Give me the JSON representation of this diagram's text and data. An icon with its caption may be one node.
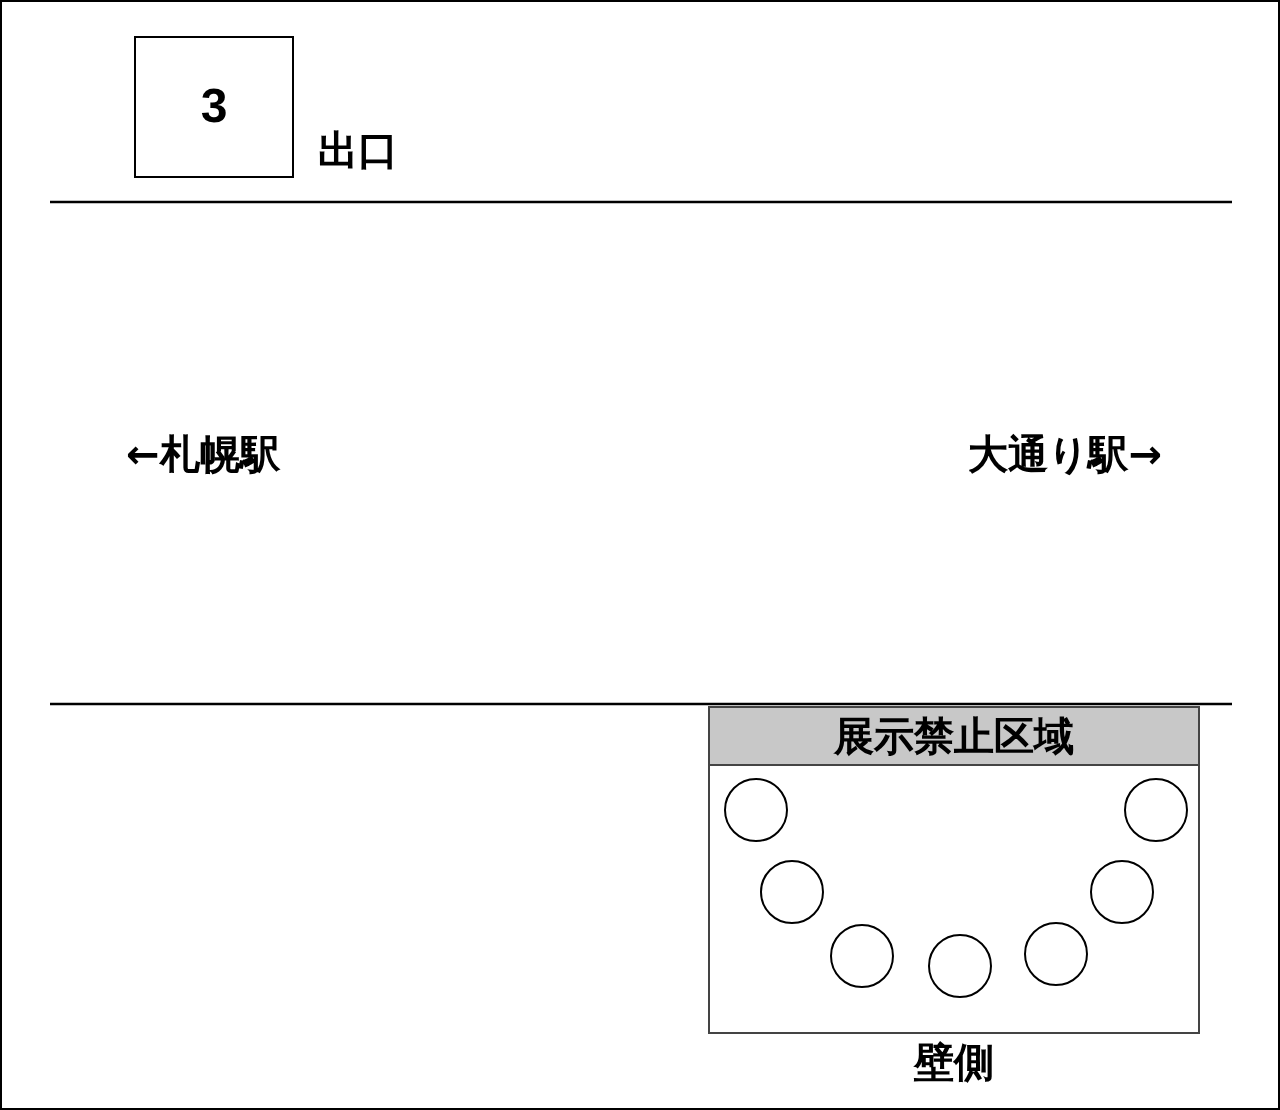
{
  "diagram": {
    "nodes": [
      {
        "text": [
          "3"
        ],
        "beside": [
          "出口"
        ]
      },
      {
        "text": [
          "展示禁止区域",
          "壁側"
        ]
      },
      {
        "text": [],
        "shape": "circle",
        "in": 1
      },
      {
        "text": [],
        "shape": "circle",
        "in": 1
      },
      {
        "text": [],
        "shape": "circle",
        "in": 1
      },
      {
        "text": [],
        "shape": "circle",
        "in": 1
      },
      {
        "text": [],
        "shape": "circle",
        "in": 1
      },
      {
        "text": [],
        "shape": "circle",
        "in": 1
      },
      {
        "text": [],
        "shape": "circle",
        "in": 1
      }
    ],
    "labels": [
      "←札幌駅",
      "大通り駅→"
    ]
  }
}
